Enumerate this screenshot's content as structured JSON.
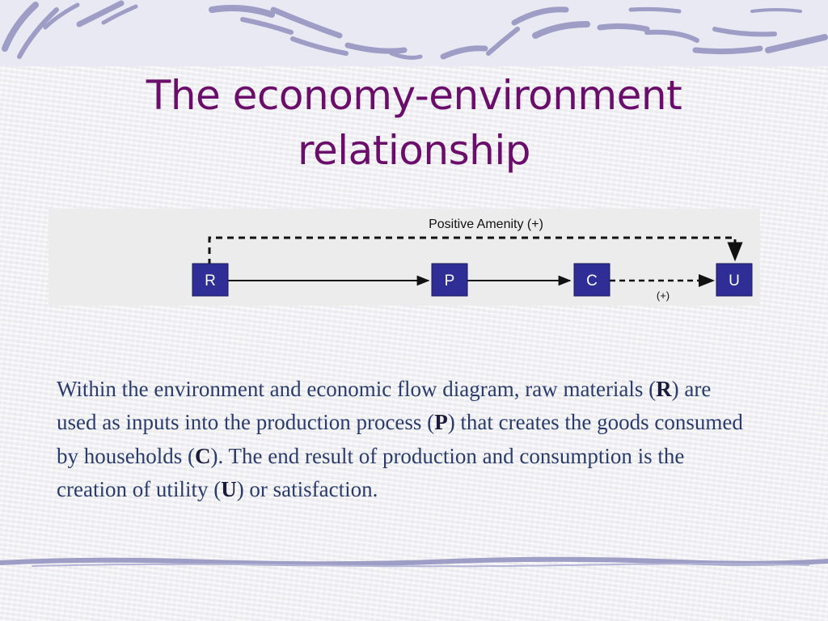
{
  "slide": {
    "title_line1": "The economy-environment",
    "title_line2": "relationship"
  },
  "diagram": {
    "top_label": "Positive Amenity (+)",
    "cu_label": "(+)",
    "nodes": [
      {
        "id": "R",
        "label": "R"
      },
      {
        "id": "P",
        "label": "P"
      },
      {
        "id": "C",
        "label": "C"
      },
      {
        "id": "U",
        "label": "U"
      }
    ],
    "edges": [
      {
        "from": "R",
        "to": "P",
        "style": "solid"
      },
      {
        "from": "P",
        "to": "C",
        "style": "solid"
      },
      {
        "from": "C",
        "to": "U",
        "style": "dashed",
        "label": "(+)"
      },
      {
        "from": "R",
        "to": "U",
        "style": "dashed",
        "label": "Positive Amenity (+)"
      }
    ],
    "colors": {
      "node_fill": "#2e2e96",
      "node_text": "#ffffff",
      "line": "#111111"
    }
  },
  "paragraph": {
    "part1": "Within the environment and economic flow diagram, raw materials (",
    "r": "R",
    "part2": ") are used as inputs into the production process (",
    "p": "P",
    "part3": ") that creates the goods consumed by households (",
    "c": "C",
    "part4": "). The end result of production and consumption is the creation of utility (",
    "u": "U",
    "part5": ") or satisfaction."
  },
  "theme": {
    "title_color": "#6b0d6b",
    "text_color": "#2a3c6e",
    "accent_stroke": "#9d9dc6"
  }
}
